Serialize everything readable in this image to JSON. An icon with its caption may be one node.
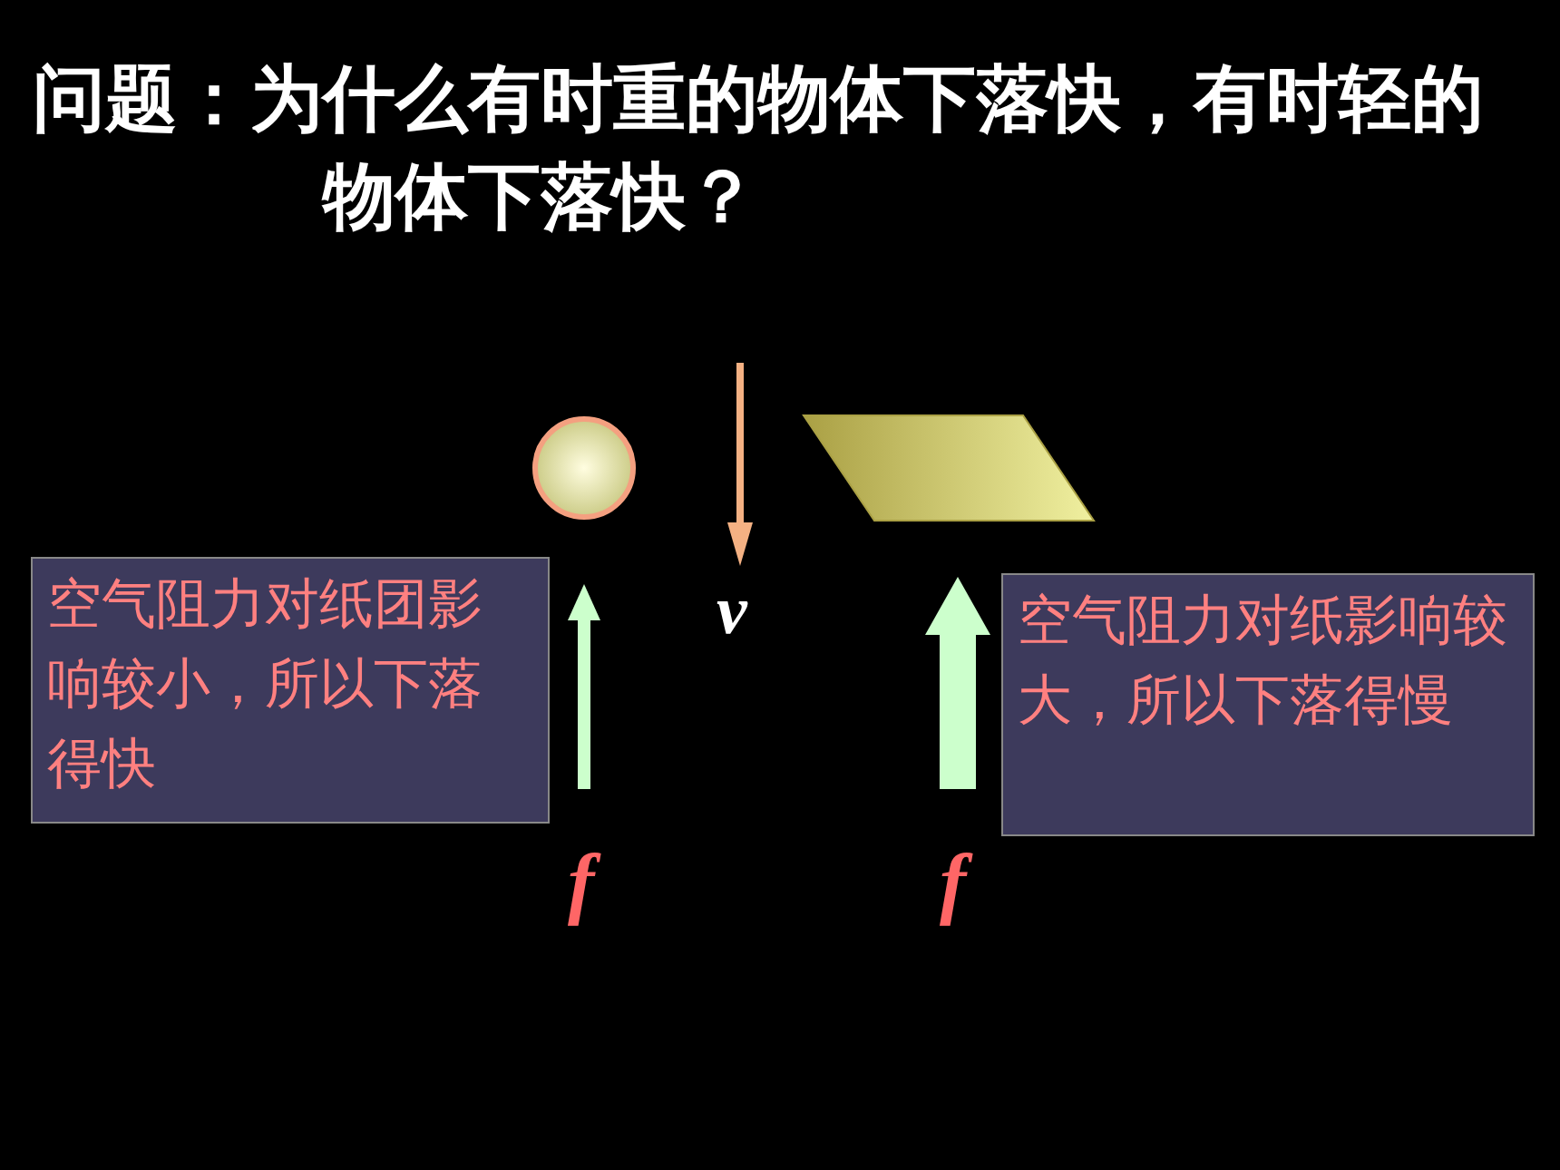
{
  "diagram": {
    "title": "问题：为什么有时重的物体下落快，有时轻的物体下落快？",
    "nodes": [
      {
        "text": [],
        "shape": "circle"
      },
      {
        "text": [],
        "shape": "parallelogram"
      },
      {
        "text": [
          "空气阻力对纸团影响较小，所以下落得快"
        ]
      },
      {
        "text": [
          "空气阻力对纸影响较大，所以下落得慢"
        ]
      }
    ],
    "labels": [
      "v",
      "f",
      "f"
    ]
  }
}
